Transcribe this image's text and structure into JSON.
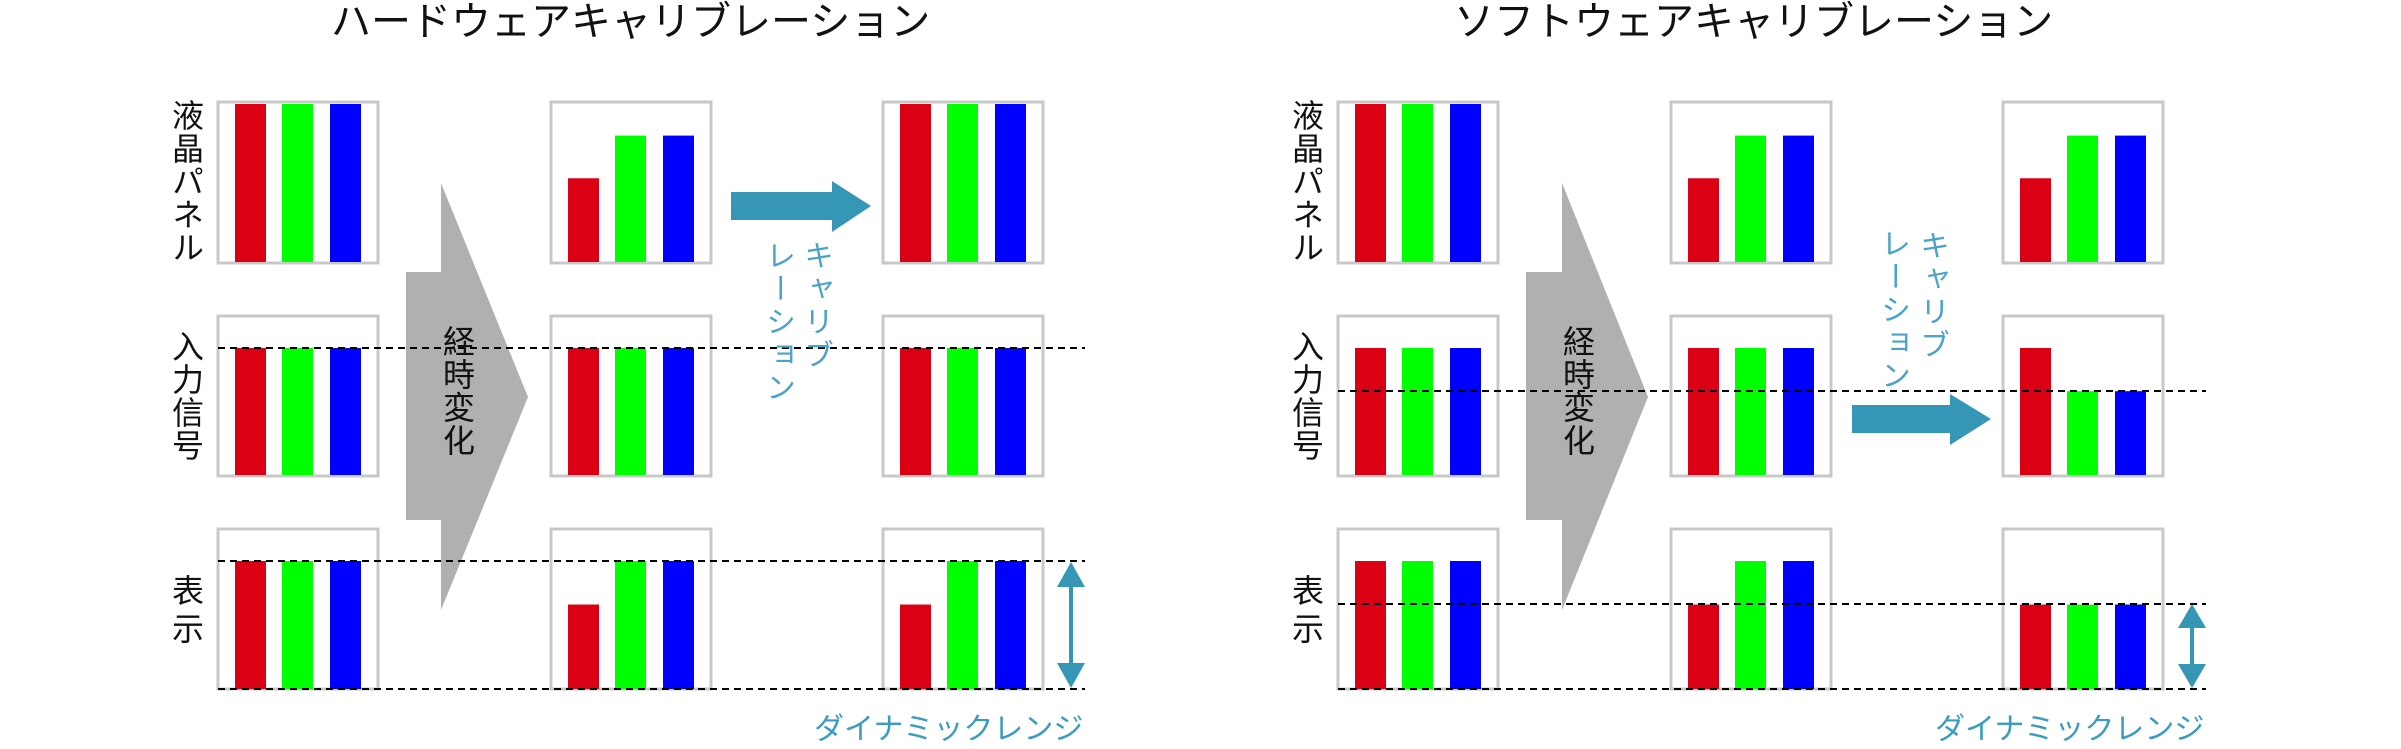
{
  "colors": {
    "red": "#dc0014",
    "green": "#00ff00",
    "blue": "#0000ff",
    "box": "#c8c8c8",
    "gray_arrow": "#b0b0b0",
    "accent": "#3596b5"
  },
  "row_labels": [
    "液晶パネル",
    "入力信号",
    "表示"
  ],
  "time_change_label": "経時変化",
  "calibration_label_1": "キャリブ",
  "calibration_label_2": "レーション",
  "dynamic_range_label": "ダイナミックレンジ",
  "panels": [
    {
      "title": "ハードウェアキャリブレーション",
      "cells": [
        [
          [
            1,
            1,
            1
          ],
          [
            0.53,
            0.8,
            0.8
          ],
          [
            1,
            1,
            1
          ]
        ],
        [
          [
            1,
            1,
            1
          ],
          [
            1,
            1,
            1
          ],
          [
            1,
            1,
            1
          ]
        ],
        [
          [
            1,
            1,
            1
          ],
          [
            0.66,
            1,
            1
          ],
          [
            0.66,
            1,
            1
          ]
        ]
      ]
    },
    {
      "title": "ソフトウェアキャリブレーション",
      "cells": [
        [
          [
            1,
            1,
            1
          ],
          [
            0.53,
            0.8,
            0.8
          ],
          [
            0.53,
            0.8,
            0.8
          ]
        ],
        [
          [
            1,
            1,
            1
          ],
          [
            1,
            1,
            1
          ],
          [
            1,
            0.66,
            0.66
          ]
        ],
        [
          [
            1,
            1,
            1
          ],
          [
            0.66,
            1,
            1
          ],
          [
            0.66,
            0.66,
            0.66
          ]
        ]
      ]
    }
  ]
}
